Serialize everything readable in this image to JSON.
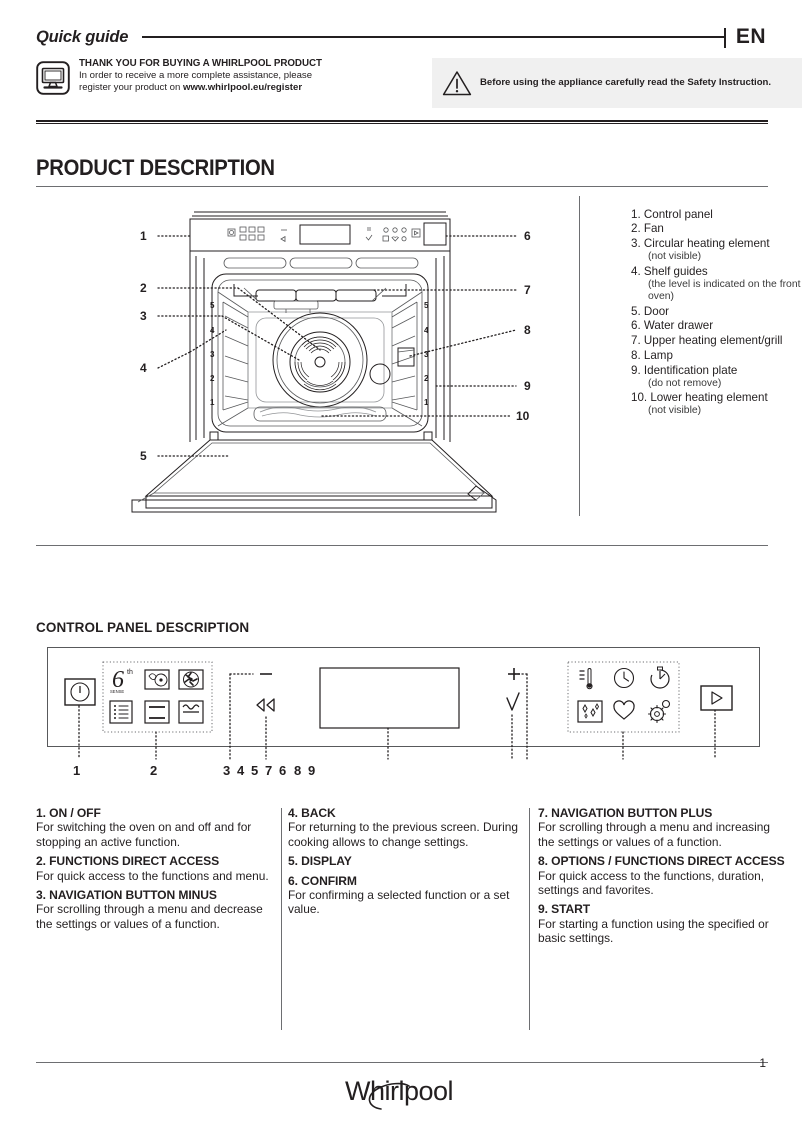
{
  "header": {
    "quick_guide": "Quick guide",
    "language": "EN"
  },
  "notice": {
    "thankyou_heading": "THANK YOU FOR BUYING A WHIRLPOOL PRODUCT",
    "thankyou_line1": "In order to receive a more complete assistance, please",
    "thankyou_line2_prefix": "register your product on ",
    "thankyou_url": "www.whirlpool.eu/register",
    "icon": "monitor-icon",
    "safety_icon": "warning-triangle-icon",
    "safety_text": "Before using the appliance carefully read the Safety Instruction."
  },
  "product_description": {
    "title": "PRODUCT DESCRIPTION",
    "parts": [
      {
        "num": "1.",
        "label": "Control panel",
        "sub": ""
      },
      {
        "num": "2.",
        "label": "Fan",
        "sub": ""
      },
      {
        "num": "3.",
        "label": "Circular heating element",
        "sub": "(not visible)"
      },
      {
        "num": "4.",
        "label": "Shelf guides",
        "sub": "(the level is indicated on the front of the oven)"
      },
      {
        "num": "5.",
        "label": "Door",
        "sub": ""
      },
      {
        "num": "6.",
        "label": "Water drawer",
        "sub": ""
      },
      {
        "num": "7.",
        "label": "Upper heating element/grill",
        "sub": ""
      },
      {
        "num": "8.",
        "label": "Lamp",
        "sub": ""
      },
      {
        "num": "9.",
        "label": "Identification plate",
        "sub": "(do not remove)"
      },
      {
        "num": "10.",
        "label": "Lower heating element",
        "sub": "(not visible)"
      }
    ],
    "diagram_callouts_left": [
      "1",
      "2",
      "3",
      "4",
      "5"
    ],
    "diagram_callouts_right": [
      "6",
      "7",
      "8",
      "9",
      "10"
    ],
    "shelf_levels": [
      "5",
      "4",
      "3",
      "2",
      "1"
    ]
  },
  "control_panel": {
    "title": "CONTROL PANEL DESCRIPTION",
    "callout_numbers": [
      "1",
      "2",
      "3",
      "4",
      "5",
      "7",
      "6",
      "8",
      "9"
    ],
    "icons": {
      "power": "power-on-off-icon",
      "sixth_sense": "sixth-sense-icon",
      "steam_fan": "steam-assist-icon",
      "fan": "fan-forced-icon",
      "menu": "menu-list-icon",
      "conventional": "conventional-heat-icon",
      "grill": "grill-icon",
      "minus": "minus-icon",
      "back": "back-rewind-icon",
      "plus": "plus-icon",
      "confirm": "checkmark-icon",
      "temperature": "thermometer-icon",
      "clock": "clock-icon",
      "timer": "timer-icon",
      "clean": "sparkle-clean-icon",
      "favorites": "heart-icon",
      "settings": "settings-gear-icon",
      "start": "start-play-icon",
      "display": "display-screen"
    },
    "columns": [
      {
        "items": [
          {
            "head": "1. ON / OFF",
            "body": "For switching the oven on and off and for stopping an active function."
          },
          {
            "head": "2. FUNCTIONS DIRECT ACCESS",
            "body": "For quick access to the functions and menu."
          },
          {
            "head": "3. NAVIGATION BUTTON MINUS",
            "body": "For scrolling through a menu and decrease the settings or values of a function."
          }
        ]
      },
      {
        "items": [
          {
            "head": "4. BACK",
            "body": "For returning to the previous screen. During cooking allows to change settings."
          },
          {
            "head": "5. DISPLAY",
            "body": ""
          },
          {
            "head": "6. CONFIRM",
            "body": "For confirming a selected function or a set value."
          }
        ]
      },
      {
        "items": [
          {
            "head": "7. NAVIGATION BUTTON PLUS",
            "body": "For scrolling through a menu and increasing the settings or values of a function."
          },
          {
            "head": "8. OPTIONS / FUNCTIONS DIRECT ACCESS",
            "body": "For quick access to the functions, duration, settings and favorites."
          },
          {
            "head": "9. START",
            "body": "For starting a function using the specified or basic settings."
          }
        ]
      }
    ]
  },
  "footer": {
    "brand": "Whirlpool",
    "page_number": "1"
  },
  "colors": {
    "ink": "#231f20",
    "grey_rule": "#6d6e71",
    "notice_bg": "#f0f0f0"
  }
}
